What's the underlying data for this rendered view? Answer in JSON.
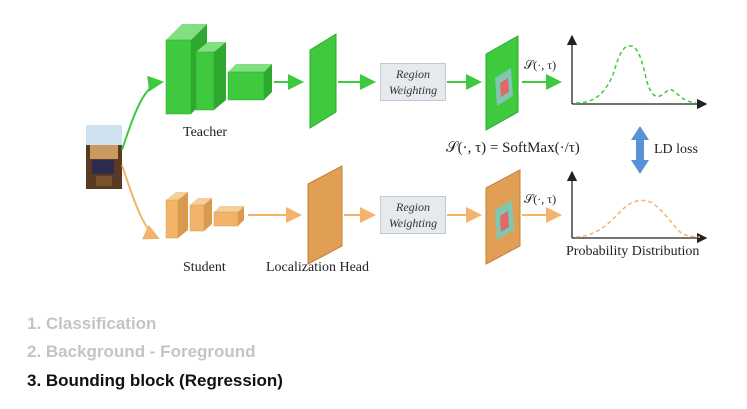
{
  "diagram": {
    "teacher_label": "Teacher",
    "student_label": "Student",
    "localization_head_label": "Localization Head",
    "region_weighting_top": [
      "Region",
      "Weighting"
    ],
    "region_weighting_bottom": [
      "Region",
      "Weighting"
    ],
    "softmax_top": "𝒮(·, τ)",
    "softmax_bottom": "𝒮(·, τ)",
    "formula": "𝒮(·, τ)  =  SoftMax(·/τ)",
    "ld_loss_label": "LD loss",
    "probability_label": "Probability Distribution",
    "colors": {
      "teacher": "#3ec93e",
      "student": "#f2b36a",
      "ld_arrow": "#5b8fd8",
      "region_box": "#e6e9ee"
    }
  },
  "list": {
    "items": [
      {
        "text": "1. Classification",
        "color": "#c4c4c4"
      },
      {
        "text": "2. Background - Foreground",
        "color": "#c4c4c4"
      },
      {
        "text": "3. Bounding block (Regression)",
        "color": "#111111"
      }
    ]
  }
}
